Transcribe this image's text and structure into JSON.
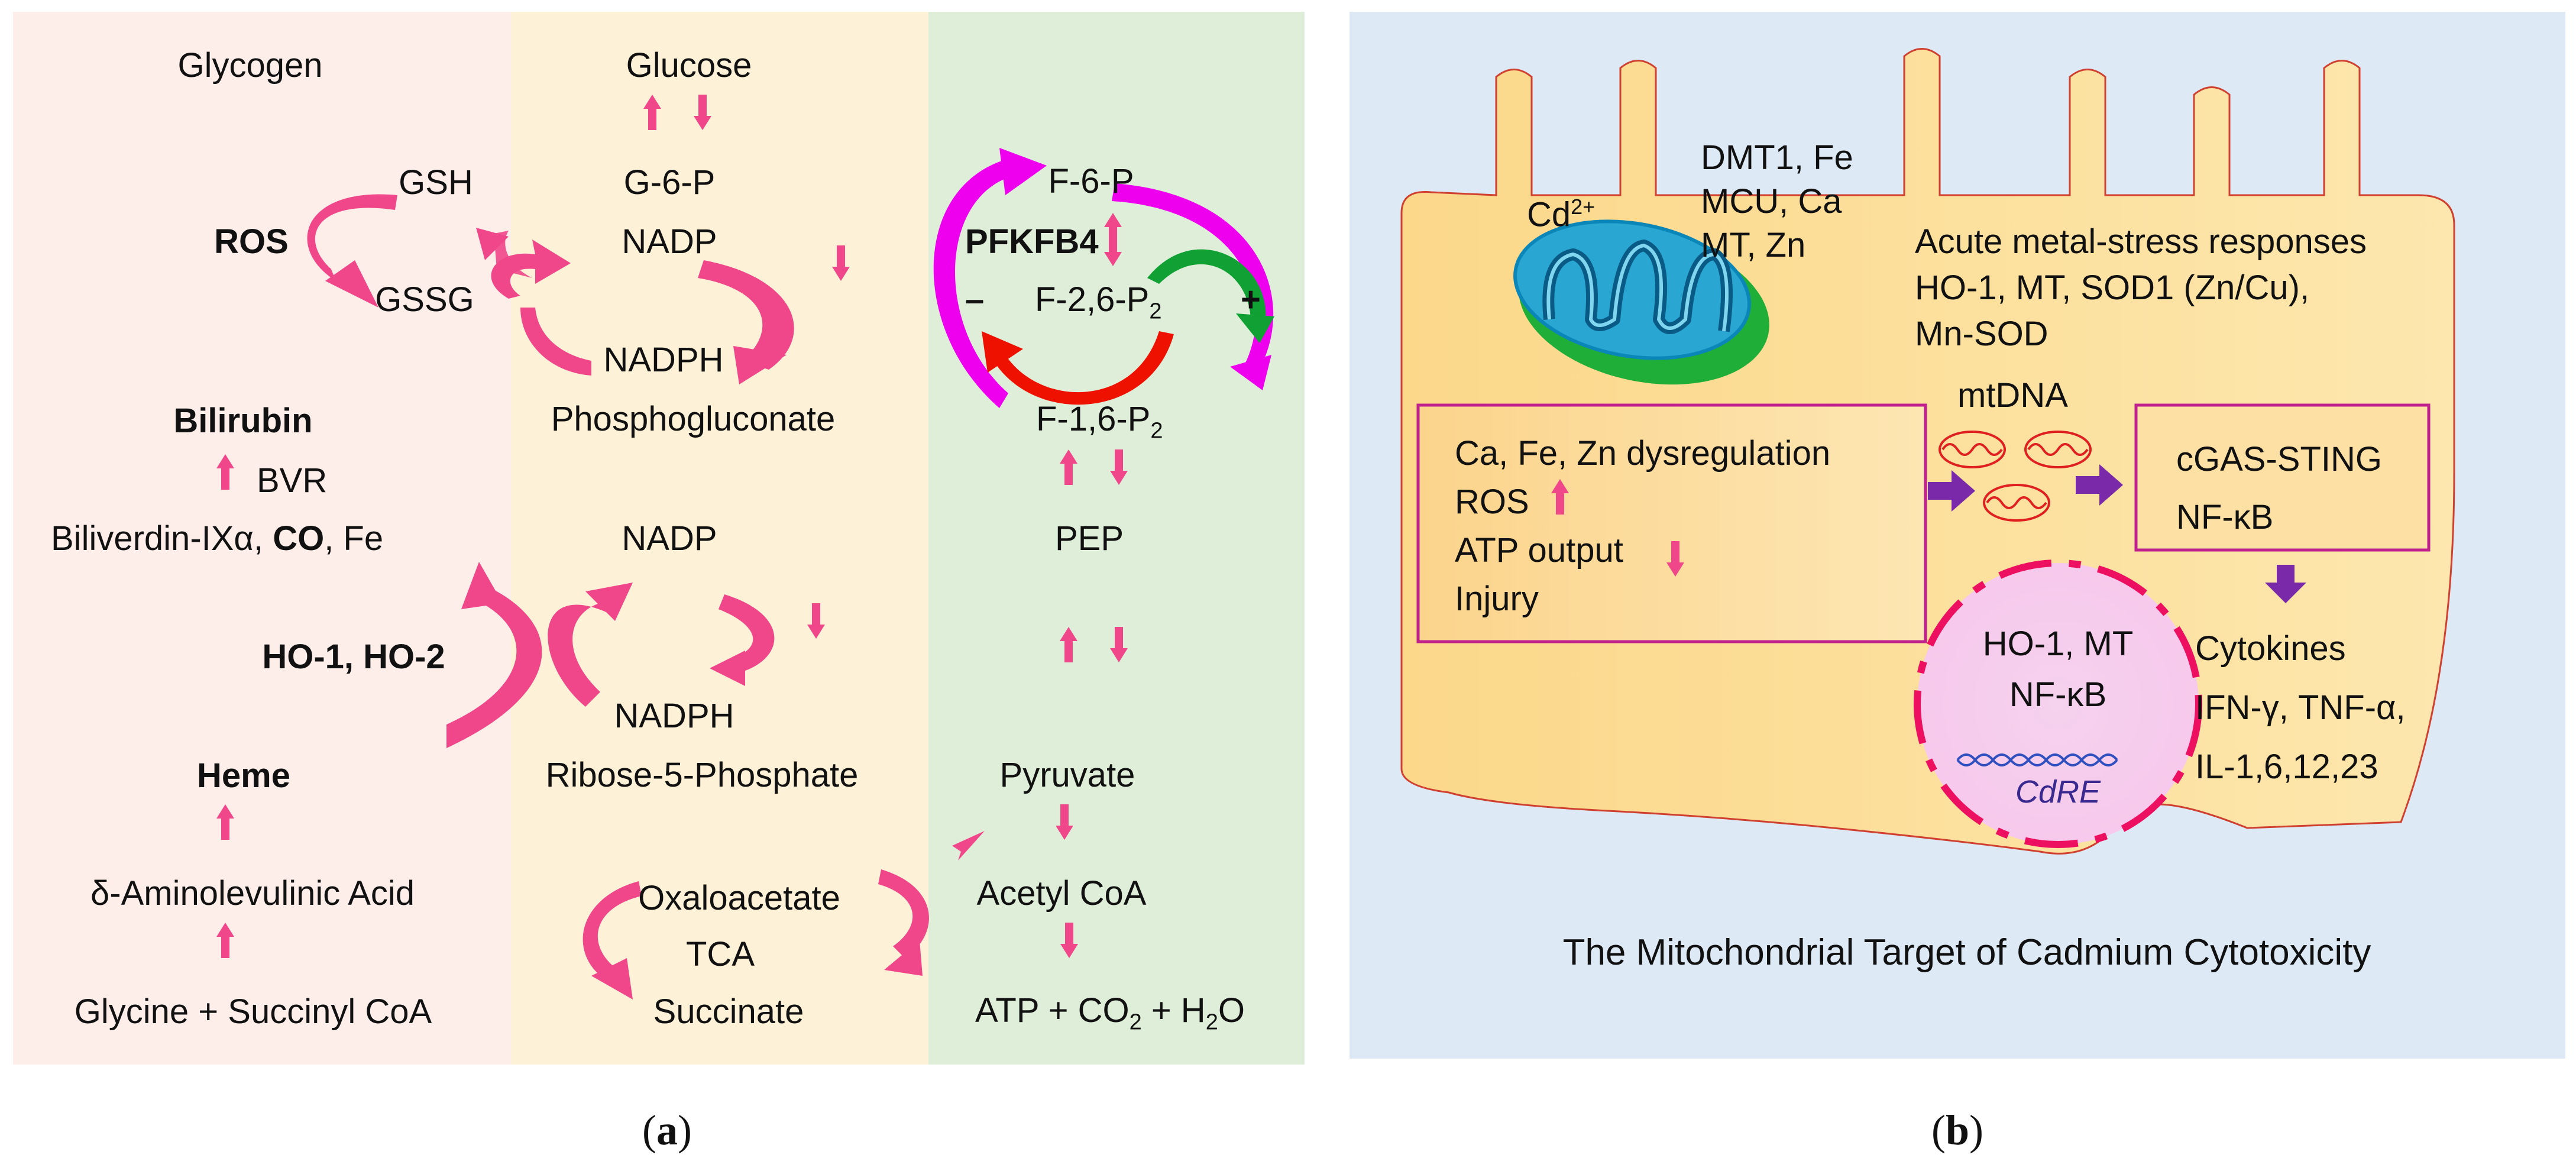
{
  "panel_a": {
    "col1": {
      "glycogen": "Glycogen",
      "gsh": "GSH",
      "ros": "ROS",
      "gssg": "GSSG",
      "bilirubin": "Bilirubin",
      "bvr": "BVR",
      "biliverdin": "Biliverdin-IXα,",
      "co": "CO",
      "fe": ", Fe",
      "ho": "HO-1, HO-2",
      "heme": "Heme",
      "ala": "δ-Aminolevulinic Acid",
      "glycine": "Glycine + Succinyl CoA"
    },
    "col2": {
      "glucose": "Glucose",
      "g6p": "G-6-P",
      "nadp1": "NADP",
      "nadph1": "NADPH",
      "phosphogluconate": "Phosphogluconate",
      "nadp2": "NADP",
      "nadph2": "NADPH",
      "ribose": "Ribose-5-Phosphate",
      "oxaloacetate": "Oxaloacetate",
      "tca": "TCA",
      "succinate": "Succinate"
    },
    "col3": {
      "f6p": "F-6-P",
      "pfkfb4": "PFKFB4",
      "minus": "–",
      "f26p2": "F-2,6-P",
      "plus": "+",
      "f16p2": "F-1,6-P",
      "sub2": "2",
      "pep": "PEP",
      "pyruvate": "Pyruvate",
      "acetyl": "Acetyl CoA",
      "atp_main": "ATP + CO",
      "atp_tail": " + H",
      "atp_end": "O"
    },
    "caption": "(a)"
  },
  "panel_b": {
    "cd": "Cd",
    "cd_sup": "2+",
    "transporters": [
      "DMT1, Fe",
      "MCU, Ca",
      "MT, Zn"
    ],
    "acute": [
      "Acute metal-stress responses",
      "HO-1, MT, SOD1 (Zn/Cu),",
      "Mn-SOD"
    ],
    "mtdna": "mtDNA",
    "dys": [
      "Ca, Fe, Zn dysregulation",
      "ROS",
      "ATP output",
      "Injury"
    ],
    "cgas": [
      "cGAS-STING",
      "NF-κB"
    ],
    "nucleus": [
      "HO-1, MT",
      "NF-κB"
    ],
    "cdre": "CdRE",
    "cytokines": [
      "Cytokines",
      "IFN-γ, TNF-α,",
      "IL-1,6,12,23"
    ],
    "title": "The Mitochondrial Target of Cadmium Cytotoxicity",
    "caption": "(b)"
  },
  "colors": {
    "pink_panel": "#fdeeea",
    "yellow_panel": "#fdf2d8",
    "green_panel": "#deeed9",
    "blue_panel": "#ddeaf6",
    "cell": "#fbd98a",
    "arrow_pink": "#f0468a",
    "magenta": "#ee00ee",
    "red": "#ee1100",
    "green": "#11a033",
    "purple": "#7a2aa8",
    "box": "#c0208e"
  }
}
